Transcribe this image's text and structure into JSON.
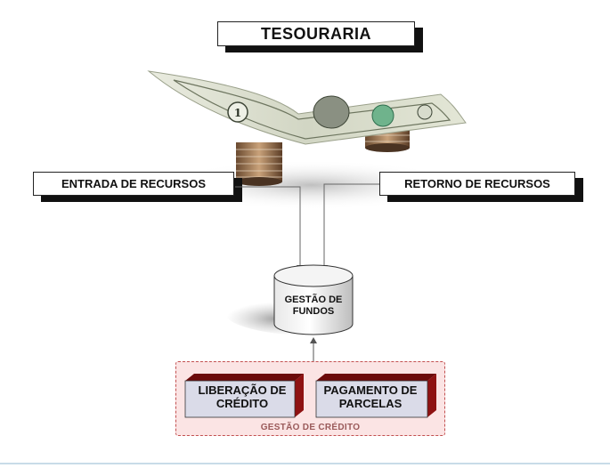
{
  "title": "TESOURARIA",
  "inputs": {
    "entrada": "ENTRADA DE RECURSOS",
    "retorno": "RETORNO DE RECURSOS"
  },
  "fund_store": {
    "label": "GESTÃO DE\nFUNDOS"
  },
  "credit": {
    "group_label": "GESTÃO DE CRÉDITO",
    "blocks": [
      {
        "label": "LIBERAÇÃO DE\nCRÉDITO"
      },
      {
        "label": "PAGAMENTO DE\nPARCELAS"
      }
    ]
  },
  "colors": {
    "block_face": "#dadbe8",
    "block_side": "#8e1212",
    "group_bg": "#fbe4e4",
    "group_border": "#c25050"
  },
  "illustration": "dollar-bill-on-coin-stacks"
}
